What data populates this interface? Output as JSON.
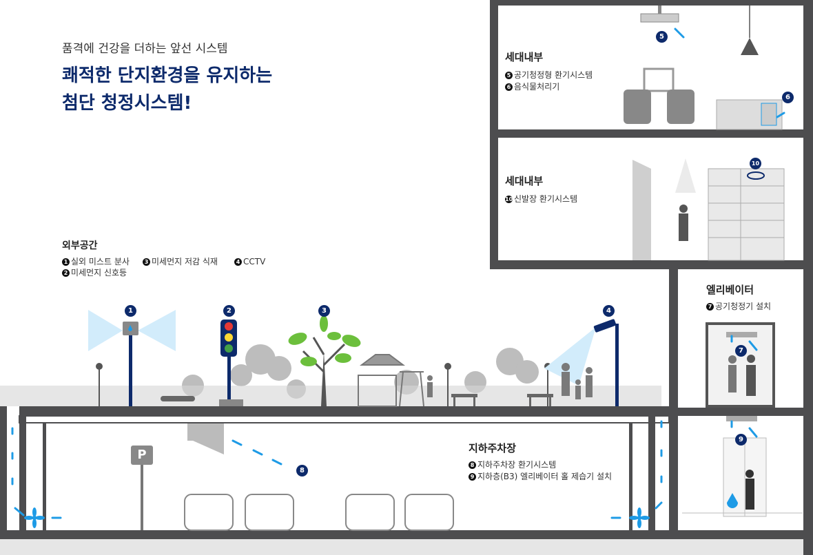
{
  "header": {
    "subtitle": "품격에 건강을 더하는 앞선 시스템",
    "title_line1": "쾌적한 단지환경을 유지하는",
    "title_line2": "첨단 청정시스템!"
  },
  "sections": {
    "unit_upper": {
      "title": "세대내부",
      "items": [
        {
          "num": "5",
          "label": "공기청정형 환기시스템"
        },
        {
          "num": "6",
          "label": "음식물처리기"
        }
      ]
    },
    "unit_lower": {
      "title": "세대내부",
      "items": [
        {
          "num": "10",
          "label": "신발장 환기시스템"
        }
      ]
    },
    "outdoor": {
      "title": "외부공간",
      "items": [
        {
          "num": "1",
          "label": "실외 미스트 분사"
        },
        {
          "num": "3",
          "label": "미세먼지 저감 식재"
        },
        {
          "num": "4",
          "label": "CCTV"
        },
        {
          "num": "2",
          "label": "미세먼지 신호등"
        }
      ]
    },
    "elevator": {
      "title": "엘리베이터",
      "items": [
        {
          "num": "7",
          "label": "공기청정기 설치"
        }
      ]
    },
    "parking": {
      "title": "지하주차장",
      "items": [
        {
          "num": "8",
          "label": "지하주차장 환기시스템"
        },
        {
          "num": "9",
          "label": "지하층(B3) 엘리베이터 홀 제습기 설치"
        }
      ]
    }
  },
  "markers": [
    "1",
    "2",
    "3",
    "4",
    "5",
    "6",
    "7",
    "8",
    "9",
    "10"
  ],
  "parking_sign": "P",
  "colors": {
    "navy": "#0d2a6b",
    "structure": "#4d4d4f",
    "accent_blue": "#1e9be6",
    "tree_green": "#6cbf3c",
    "ground_grey": "#e6e6e6"
  }
}
